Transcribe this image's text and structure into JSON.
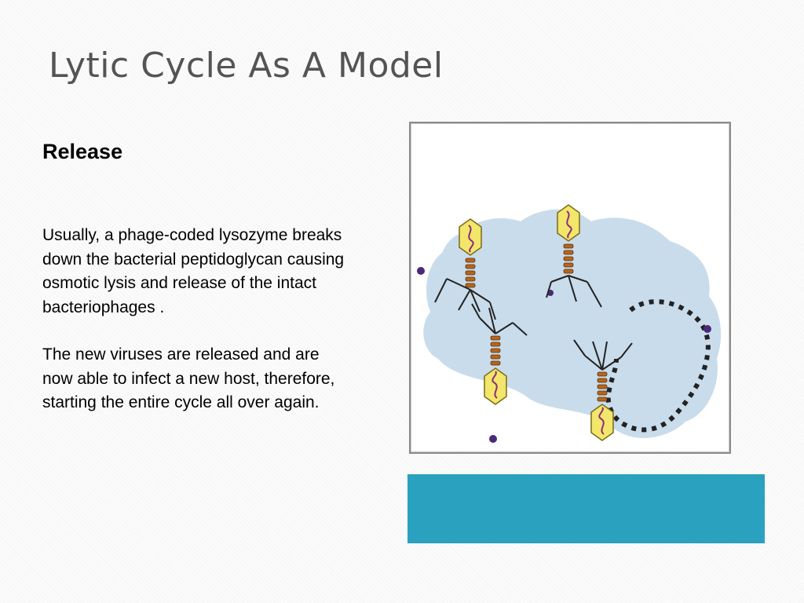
{
  "slide": {
    "title": "Lytic Cycle As A Model",
    "subheading": "Release",
    "paragraphs": [
      "Usually, a phage-coded lysozyme breaks down the bacterial peptidoglycan causing osmotic lysis and release of the intact bacteriophages .",
      "The new viruses are released and are now able to infect a new host, therefore, starting the entire cycle all over again."
    ]
  },
  "figure": {
    "icon": "bacteriophage-release-illustration",
    "colors": {
      "cell": "#c9dceb",
      "phage_head": "#f2e66b",
      "phage_head_border": "#7a6a1a",
      "dna": "#8e2a7a",
      "tail": "#b5651d",
      "legs": "#222222",
      "dots": "#4a2a78"
    }
  },
  "accent": {
    "color": "#2aa1bf"
  }
}
